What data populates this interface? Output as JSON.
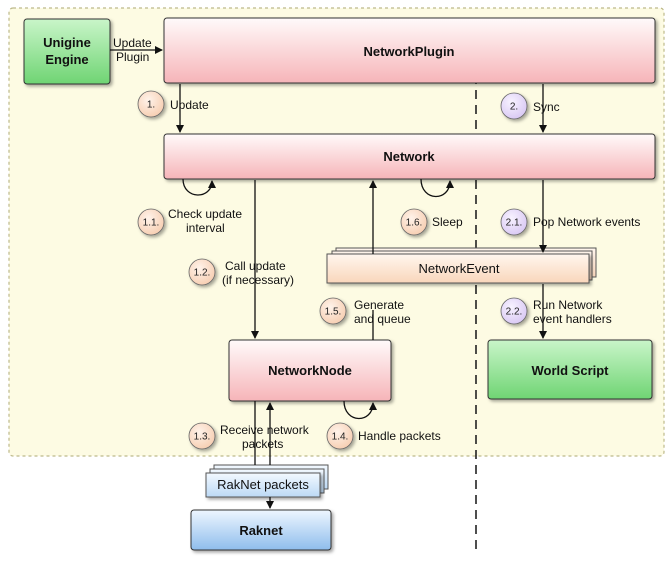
{
  "boxes": {
    "unigine_engine_line1": "Unigine",
    "unigine_engine_line2": "Engine",
    "network_plugin": "NetworkPlugin",
    "network": "Network",
    "network_event": "NetworkEvent",
    "network_node": "NetworkNode",
    "world_script": "World Script",
    "raknet_packets": "RakNet packets",
    "raknet": "Raknet"
  },
  "edges": {
    "update_plugin_line1": "Update",
    "update_plugin_line2": "Plugin"
  },
  "steps": [
    {
      "num": "1.",
      "label_lines": [
        "Update"
      ]
    },
    {
      "num": "2.",
      "label_lines": [
        "Sync"
      ]
    },
    {
      "num": "1.1.",
      "label_lines": [
        "Check update",
        "interval"
      ]
    },
    {
      "num": "1.6.",
      "label_lines": [
        "Sleep"
      ]
    },
    {
      "num": "2.1.",
      "label_lines": [
        "Pop Network events"
      ]
    },
    {
      "num": "1.2.",
      "label_lines": [
        "Call update",
        "(if necessary)"
      ]
    },
    {
      "num": "1.5.",
      "label_lines": [
        "Generate",
        "and queue"
      ]
    },
    {
      "num": "2.2.",
      "label_lines": [
        "Run Network",
        "event handlers"
      ]
    },
    {
      "num": "1.3.",
      "label_lines": [
        "Receive network",
        "packets"
      ]
    },
    {
      "num": "1.4.",
      "label_lines": [
        "Handle packets"
      ]
    }
  ],
  "colors": {
    "container_fill": "#fdfbe3",
    "pink_box": "#f9c9cb",
    "green_box": "#89e08c",
    "blue_box": "#9cc7ef",
    "event_box": "#fde6d2",
    "step_orange": "#fbdcc4",
    "step_purple": "#e3d6f6"
  }
}
